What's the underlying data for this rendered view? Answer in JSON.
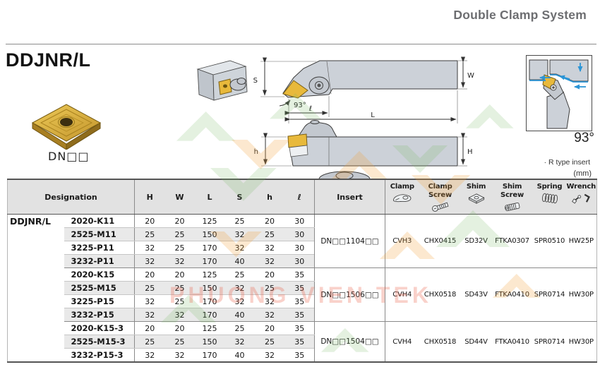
{
  "header": {
    "system_title": "Double Clamp System"
  },
  "product": {
    "title": "DDJNR/L",
    "insert_code": "DN□□",
    "angle_label": "93°",
    "note_r_type": "· R type insert",
    "unit": "(mm)"
  },
  "drawing": {
    "labels": {
      "s": "S",
      "w": "W",
      "l": "L",
      "el": "ℓ",
      "h": "h",
      "hh": "H",
      "angle": "93°"
    }
  },
  "table": {
    "designation_header": "Designation",
    "dim_headers": [
      "H",
      "W",
      "L",
      "S",
      "h",
      "ℓ"
    ],
    "insert_header": "Insert",
    "accessory_headers": [
      "Clamp",
      "Clamp Screw",
      "Shim",
      "Shim Screw",
      "Spring",
      "Wrench"
    ],
    "accessory_icons": [
      "clamp-icon",
      "clamp-screw-icon",
      "shim-icon",
      "shim-screw-icon",
      "spring-icon",
      "wrench-icon"
    ],
    "series": "DDJNR/L",
    "groups": [
      {
        "insert": "DN□□1104□□",
        "accessories": [
          "CVH3",
          "CHX0415",
          "SD32V",
          "FTKA0307",
          "SPR0510",
          "HW25P"
        ],
        "rows": [
          {
            "code": "2020-K11",
            "dims": [
              "20",
              "20",
              "125",
              "25",
              "20",
              "30"
            ]
          },
          {
            "code": "2525-M11",
            "dims": [
              "25",
              "25",
              "150",
              "32",
              "25",
              "30"
            ]
          },
          {
            "code": "3225-P11",
            "dims": [
              "32",
              "25",
              "170",
              "32",
              "32",
              "30"
            ]
          },
          {
            "code": "3232-P11",
            "dims": [
              "32",
              "32",
              "170",
              "40",
              "32",
              "30"
            ]
          }
        ]
      },
      {
        "insert": "DN□□1506□□",
        "accessories": [
          "CVH4",
          "CHX0518",
          "SD43V",
          "FTKA0410",
          "SPR0714",
          "HW30P"
        ],
        "rows": [
          {
            "code": "2020-K15",
            "dims": [
              "20",
              "20",
              "125",
              "25",
              "20",
              "35"
            ]
          },
          {
            "code": "2525-M15",
            "dims": [
              "25",
              "25",
              "150",
              "32",
              "25",
              "35"
            ]
          },
          {
            "code": "3225-P15",
            "dims": [
              "32",
              "25",
              "170",
              "32",
              "32",
              "35"
            ]
          },
          {
            "code": "3232-P15",
            "dims": [
              "32",
              "32",
              "170",
              "40",
              "32",
              "35"
            ]
          }
        ]
      },
      {
        "insert": "DN□□1504□□",
        "accessories": [
          "CVH4",
          "CHX0518",
          "SD44V",
          "FTKA0410",
          "SPR0714",
          "HW30P"
        ],
        "rows": [
          {
            "code": "2020-K15-3",
            "dims": [
              "20",
              "20",
              "125",
              "25",
              "20",
              "35"
            ]
          },
          {
            "code": "2525-M15-3",
            "dims": [
              "25",
              "25",
              "150",
              "32",
              "25",
              "35"
            ]
          },
          {
            "code": "3232-P15-3",
            "dims": [
              "32",
              "32",
              "170",
              "40",
              "32",
              "35"
            ]
          }
        ]
      }
    ]
  },
  "watermark": {
    "text": "PHUONG VIEN TEK"
  },
  "colors": {
    "insert_gold": "#E8B93B",
    "arrow_blue": "#2B95D6",
    "title_gray": "#6D6E71",
    "watermark_red": "#E85A42",
    "watermark_green": "#7AB764",
    "watermark_orange": "#F2A23C"
  }
}
